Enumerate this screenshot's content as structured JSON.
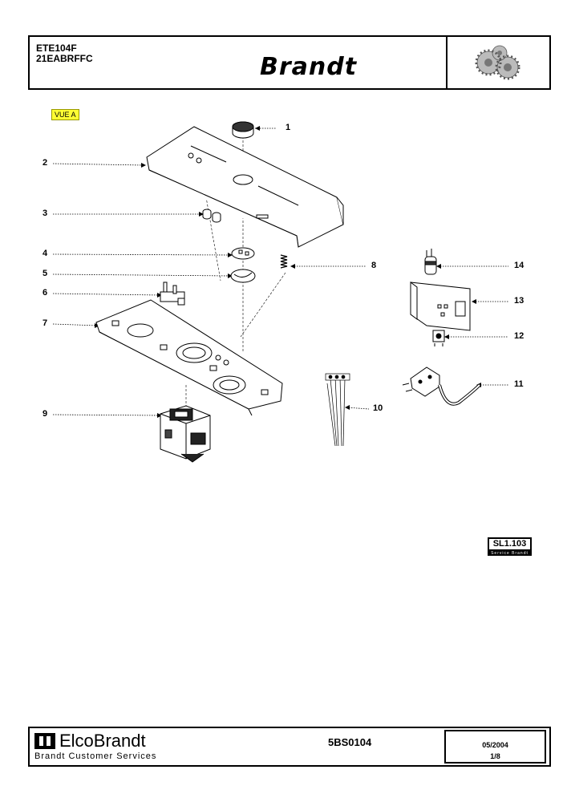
{
  "header": {
    "model_line1": "ETE104F",
    "model_line2": "21EABRFFC",
    "brand": "Brandt",
    "gear_icon": "gears-logo-icon"
  },
  "view_label": "VUE A",
  "callouts": [
    "1",
    "2",
    "3",
    "4",
    "5",
    "6",
    "7",
    "8",
    "9",
    "10",
    "11",
    "12",
    "13",
    "14"
  ],
  "badge": {
    "code": "SL1.103",
    "subtitle": "Service Brandt"
  },
  "footer": {
    "company": "ElcoBrandt",
    "services": "Brandt Customer Services",
    "ref": "5BS0104",
    "date": "05/2004",
    "page": "1/8"
  }
}
